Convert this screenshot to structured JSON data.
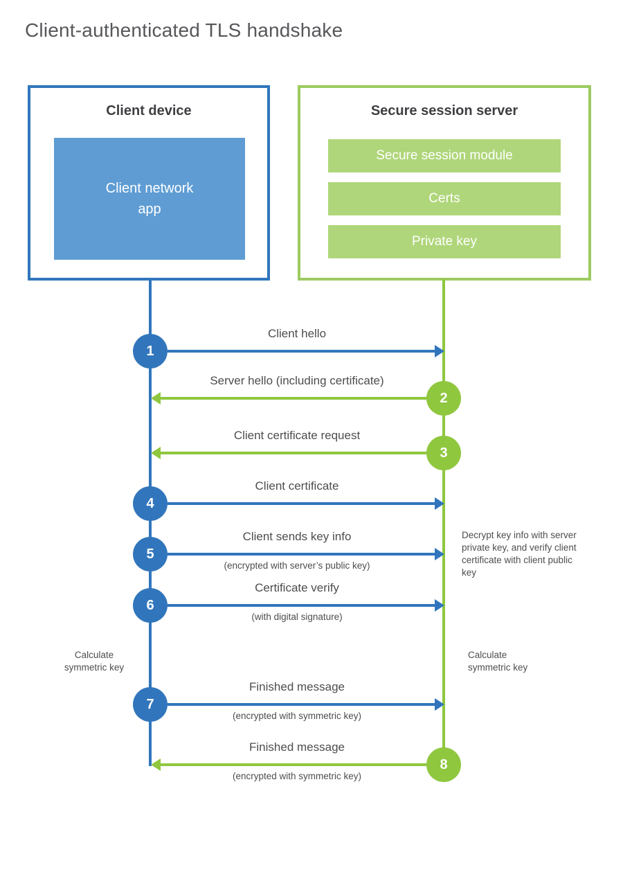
{
  "title": "Client-authenticated TLS handshake",
  "client": {
    "title": "Client device",
    "app_label": "Client network\napp"
  },
  "server": {
    "title": "Secure session server",
    "modules": [
      "Secure session module",
      "Certs",
      "Private key"
    ]
  },
  "steps": [
    {
      "num": "1",
      "from": "client",
      "label": "Client hello",
      "sub": ""
    },
    {
      "num": "2",
      "from": "server",
      "label": "Server hello (including certificate)",
      "sub": ""
    },
    {
      "num": "3",
      "from": "server",
      "label": "Client certificate request",
      "sub": ""
    },
    {
      "num": "4",
      "from": "client",
      "label": "Client certificate",
      "sub": ""
    },
    {
      "num": "5",
      "from": "client",
      "label": "Client sends key info",
      "sub": "(encrypted with server’s public key)"
    },
    {
      "num": "6",
      "from": "client",
      "label": "Certificate verify",
      "sub": "(with digital signature)"
    },
    {
      "num": "7",
      "from": "client",
      "label": "Finished message",
      "sub": "(encrypted with symmetric key)"
    },
    {
      "num": "8",
      "from": "server",
      "label": "Finished message",
      "sub": "(encrypted with symmetric key)"
    }
  ],
  "notes": {
    "decrypt": "Decrypt key info with server private key, and verify client certificate with client public key",
    "calc_left": "Calculate\nsymmetric key",
    "calc_right": "Calculate\nsymmetric key"
  },
  "colors": {
    "blue": "#3176BC",
    "blue_fill": "#5E9CD3",
    "green": "#8FC73F",
    "green_border": "#9CCB60",
    "green_fill": "#AFD67A",
    "text": "#4C4D4F",
    "heading": "#3E3F42"
  }
}
